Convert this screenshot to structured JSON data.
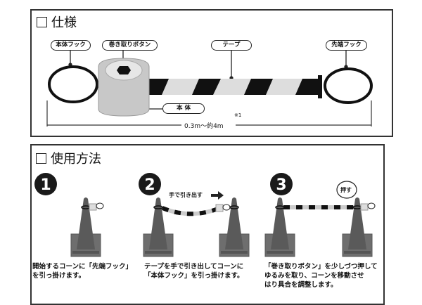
{
  "spec": {
    "title": "仕様",
    "labels": {
      "body_hook": "本体フック",
      "rewind_button": "巻き取りボタン",
      "tape": "テープ",
      "tip_hook": "先端フック",
      "body": "本 体"
    },
    "dimension": "0.3m～約4m",
    "note": "※1"
  },
  "usage": {
    "title": "使用方法",
    "steps": [
      {
        "number": "1",
        "caption_lines": [
          "開始するコーンに「先端フック」",
          "を引っ掛けます。"
        ]
      },
      {
        "number": "2",
        "annotation": "手で引き出す",
        "caption_lines": [
          "テープを手で引き出してコーンに",
          "「本体フック」を引っ掛けます。"
        ]
      },
      {
        "number": "3",
        "annotation": "押す",
        "caption_lines": [
          "「巻き取りボタン」を少しづつ押して",
          "ゆるみを取り、コーンを移動させ",
          "はり具合を調整します。"
        ]
      }
    ]
  }
}
